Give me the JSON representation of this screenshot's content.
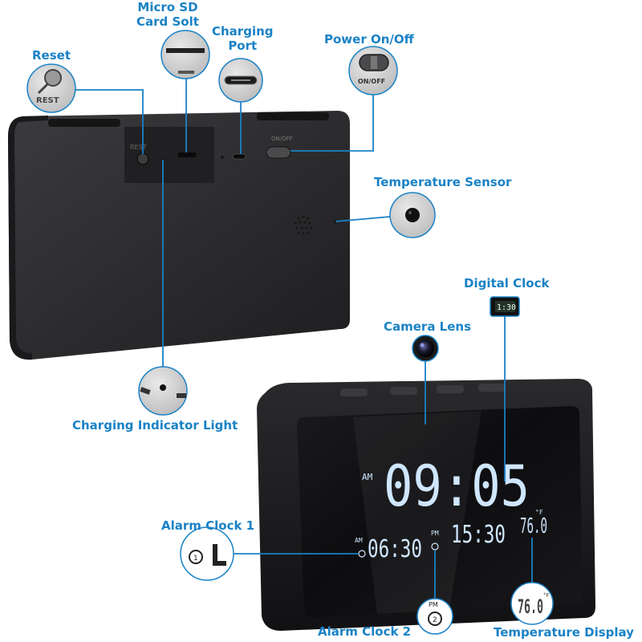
{
  "labels": {
    "reset": "Reset",
    "sd_line1": "Micro SD",
    "sd_line2": "Card Solt",
    "charging_line1": "Charging",
    "charging_line2": "Port",
    "power": "Power On/Off",
    "temp_sensor": "Temperature Sensor",
    "digital_clock": "Digital Clock",
    "camera_lens": "Camera Lens",
    "charging_light": "Charging Indicator Light",
    "alarm1": "Alarm Clock 1",
    "alarm2": "Alarm Clock 2",
    "temp_display": "Temperature Display"
  },
  "device_text": {
    "reset_engraved": "REST",
    "power_engraved": "ON/OFF",
    "back_reset": "REST",
    "back_power": "ON/OFF"
  },
  "display": {
    "am": "AM",
    "main_time": "09:05",
    "alarm1_prefix": "AM",
    "alarm1_time": "06:30",
    "alarm2_prefix": "PM",
    "alarm2_time": "15:30",
    "temperature": "76.0",
    "temp_unit": "°F",
    "mini_clock": "1:30",
    "zoom_temp": "76.0",
    "zoom_unit": "°F",
    "alarm2_zoom_prefix": "PM"
  },
  "colors": {
    "accent": "#1a82c6",
    "device": "#2c2c2e",
    "display_digits": "#cfe6ff"
  }
}
